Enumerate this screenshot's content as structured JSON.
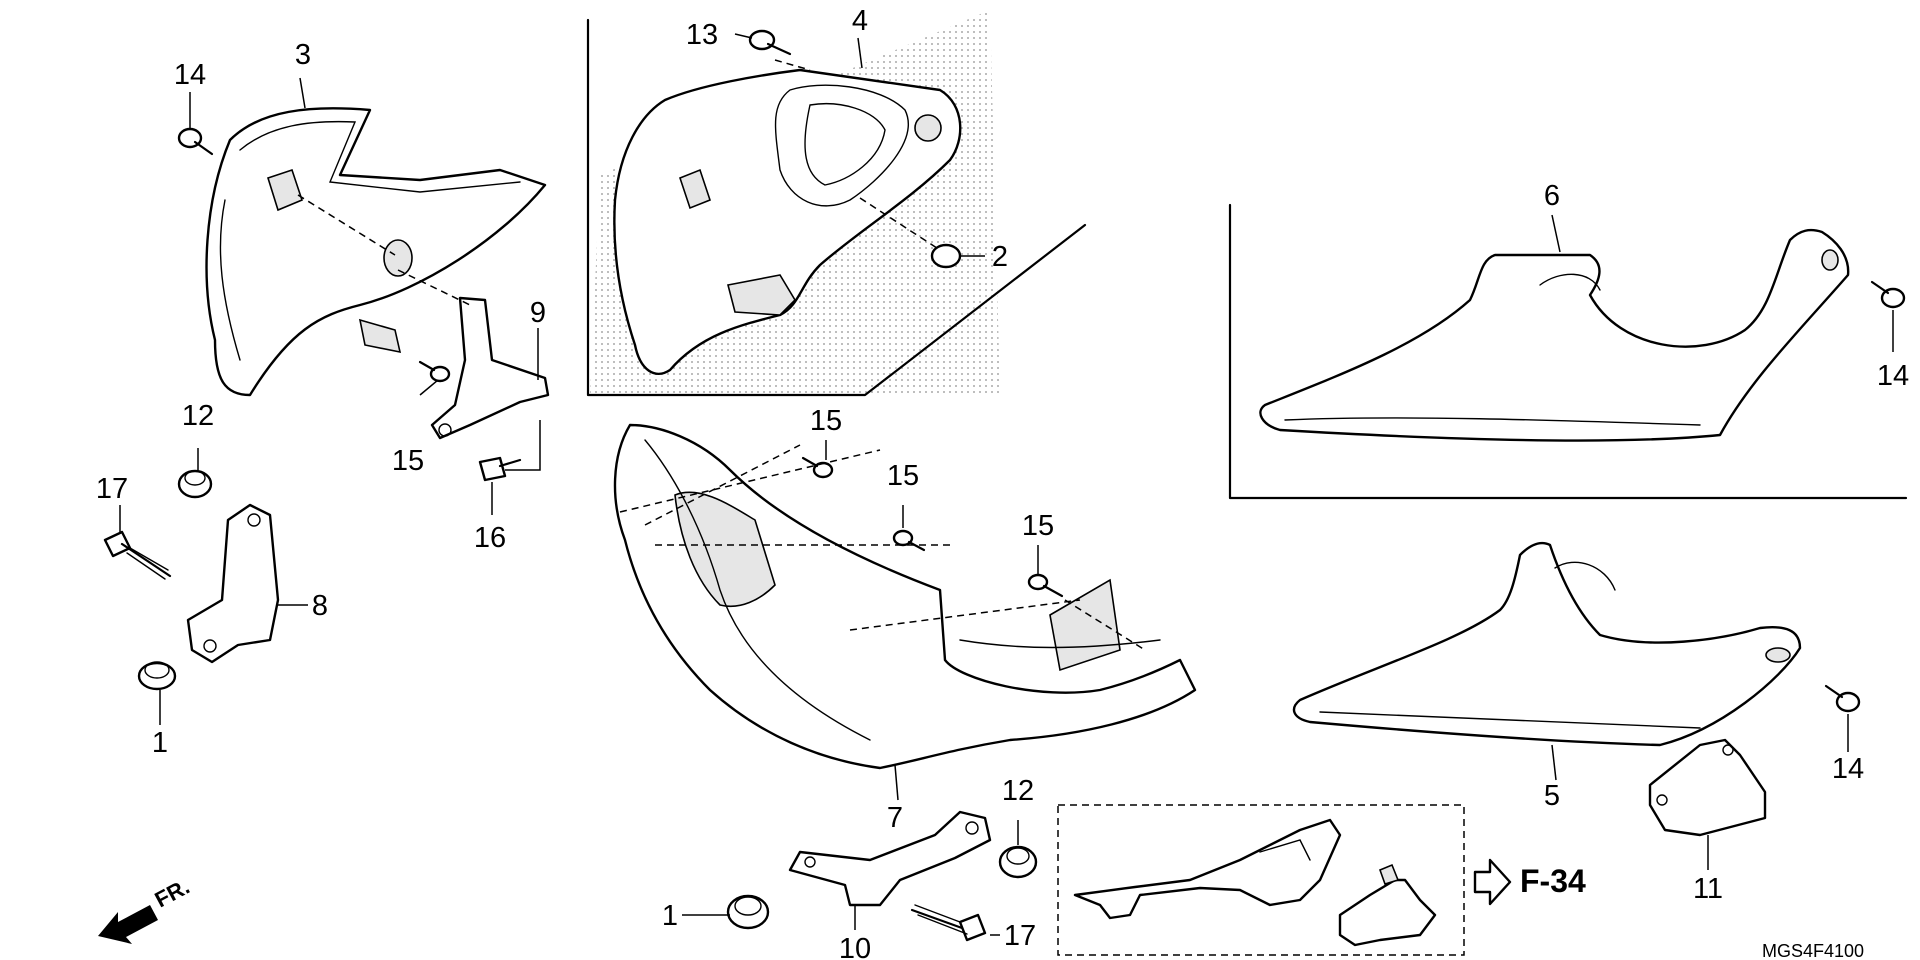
{
  "diagram": {
    "callouts": {
      "c1a": "1",
      "c1b": "1",
      "c2": "2",
      "c3": "3",
      "c4": "4",
      "c5": "5",
      "c6": "6",
      "c7": "7",
      "c8": "8",
      "c9": "9",
      "c10": "10",
      "c11": "11",
      "c12a": "12",
      "c12b": "12",
      "c13": "13",
      "c14a": "14",
      "c14b": "14",
      "c14c": "14",
      "c15a": "15",
      "c15b": "15",
      "c15c": "15",
      "c15d": "15",
      "c16": "16",
      "c17a": "17",
      "c17b": "17"
    },
    "reference": "F-34",
    "direction_label": "FR.",
    "diagram_code": "MGS4F4100"
  }
}
